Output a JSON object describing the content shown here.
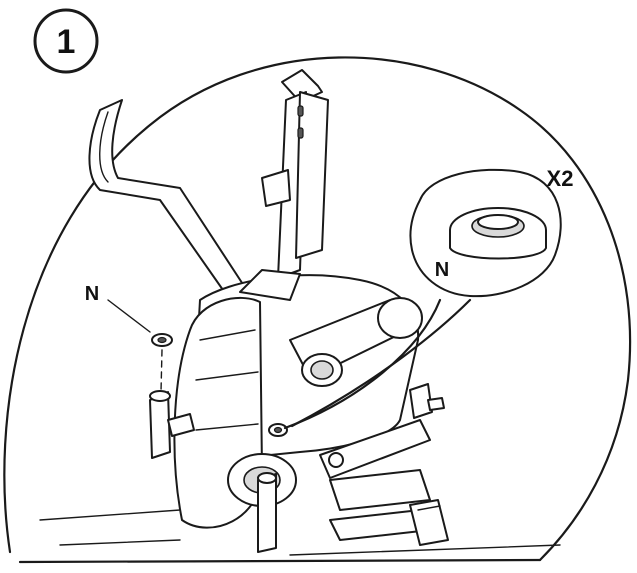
{
  "step": {
    "number": "1"
  },
  "callouts": {
    "part_label_left": "N",
    "part_label_inset": "N",
    "quantity": "X2"
  },
  "colors": {
    "ink": "#1a1a1a",
    "paper": "#ffffff",
    "shade": "#d9d9d9"
  },
  "icons": {
    "step_badge": "circled-number",
    "inset": "magnified-detail-bubble"
  }
}
